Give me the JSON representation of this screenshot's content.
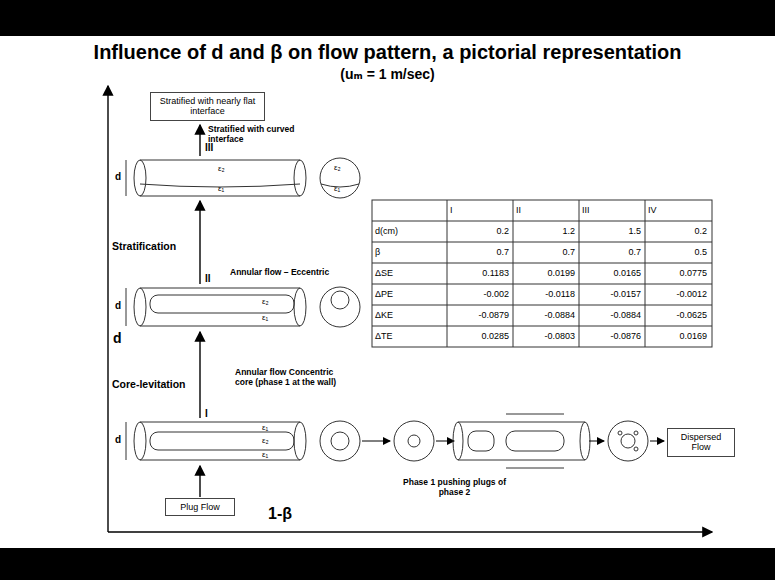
{
  "diagram": {
    "title": "Influence of d and β on flow pattern, a pictorial representation",
    "caption": "(uₘ = 1 m/sec)",
    "nodes": [
      {
        "text": [
          "Stratified with nearly flat interface"
        ]
      },
      {
        "text": [
          "Plug Flow"
        ]
      },
      {
        "text": [
          "Dispersed Flow"
        ]
      }
    ],
    "labels": [
      "III",
      "Stratified with curved interface",
      "Stratification",
      "II",
      "Annular flow – Eccentric",
      "Core-levitation",
      "I",
      "Annular flow Concentric core (phase 1 at the wall)",
      "Phase 1 pushing plugs of phase 2",
      "d",
      "1-β",
      "d",
      "d",
      "d",
      "ε₂",
      "ε₁",
      "ε₂",
      "ε₁",
      "ε₂",
      "ε₁",
      "ε₁",
      "ε₂",
      "ε₁",
      "I",
      "II",
      "III",
      "IV",
      "d(cm)",
      "0.2",
      "1.2",
      "1.5",
      "0.2",
      "β",
      "0.7",
      "0.7",
      "0.7",
      "0.5",
      "ΔSE",
      "0.1183",
      "0.0199",
      "0.0165",
      "0.0775",
      "ΔPE",
      "-0.002",
      "-0.0118",
      "-0.0157",
      "-0.0012",
      "ΔKE",
      "-0.0879",
      "-0.0884",
      "-0.0884",
      "-0.0625",
      "ΔTE",
      "0.0285",
      "-0.0803",
      "-0.0876",
      "0.0169"
    ]
  }
}
